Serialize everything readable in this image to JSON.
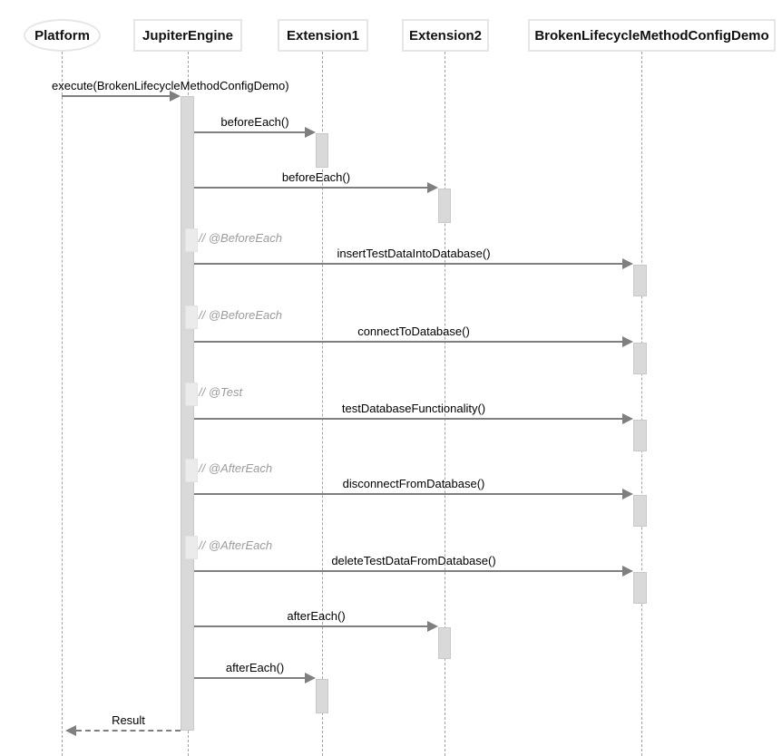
{
  "participants": [
    {
      "name": "Platform",
      "shape": "ellipse"
    },
    {
      "name": "JupiterEngine",
      "shape": "box"
    },
    {
      "name": "Extension1",
      "shape": "box"
    },
    {
      "name": "Extension2",
      "shape": "box"
    },
    {
      "name": "BrokenLifecycleMethodConfigDemo",
      "shape": "box"
    }
  ],
  "messages": [
    {
      "label": "execute(BrokenLifecycleMethodConfigDemo)",
      "from": "Platform",
      "to": "JupiterEngine",
      "style": "solid"
    },
    {
      "label": "beforeEach()",
      "from": "JupiterEngine",
      "to": "Extension1",
      "style": "solid"
    },
    {
      "label": "beforeEach()",
      "from": "JupiterEngine",
      "to": "Extension2",
      "style": "solid"
    },
    {
      "label": "insertTestDataIntoDatabase()",
      "from": "JupiterEngine",
      "to": "BrokenLifecycleMethodConfigDemo",
      "style": "solid"
    },
    {
      "label": "connectToDatabase()",
      "from": "JupiterEngine",
      "to": "BrokenLifecycleMethodConfigDemo",
      "style": "solid"
    },
    {
      "label": "testDatabaseFunctionality()",
      "from": "JupiterEngine",
      "to": "BrokenLifecycleMethodConfigDemo",
      "style": "solid"
    },
    {
      "label": "disconnectFromDatabase()",
      "from": "JupiterEngine",
      "to": "BrokenLifecycleMethodConfigDemo",
      "style": "solid"
    },
    {
      "label": "deleteTestDataFromDatabase()",
      "from": "JupiterEngine",
      "to": "BrokenLifecycleMethodConfigDemo",
      "style": "solid"
    },
    {
      "label": "afterEach()",
      "from": "JupiterEngine",
      "to": "Extension2",
      "style": "solid"
    },
    {
      "label": "afterEach()",
      "from": "JupiterEngine",
      "to": "Extension1",
      "style": "solid"
    },
    {
      "label": "Result",
      "from": "JupiterEngine",
      "to": "Platform",
      "style": "dashed"
    }
  ],
  "comments": [
    {
      "label": "// @BeforeEach"
    },
    {
      "label": "// @BeforeEach"
    },
    {
      "label": "// @Test"
    },
    {
      "label": "// @AfterEach"
    },
    {
      "label": "// @AfterEach"
    }
  ],
  "colors": {
    "arrow": "#7f7f7f",
    "activation_fill": "#d9d9d9",
    "activation_border": "#c9c9c9",
    "participant_border": "#e6e6e6",
    "lifeline": "#a3a3a3",
    "comment_text": "#9c9c9c",
    "message_text": "#000000",
    "background": "#ffffff"
  }
}
